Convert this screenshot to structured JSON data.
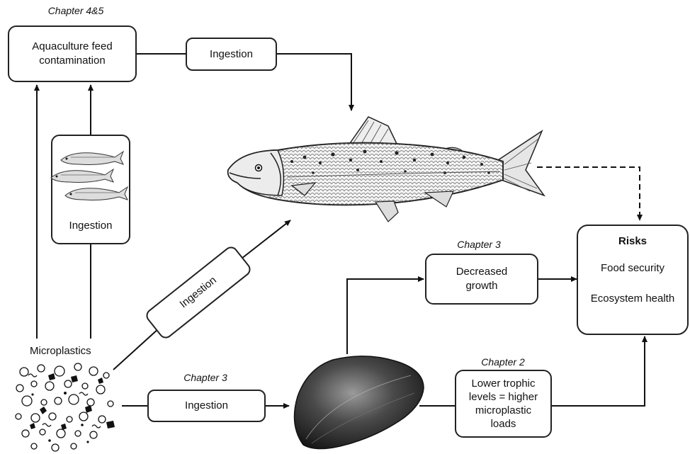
{
  "captions": {
    "chapter_top": "Chapter 4&5",
    "chapter_growth": "Chapter 3",
    "chapter_mussel": "Chapter 3",
    "chapter_trophic": "Chapter 2"
  },
  "boxes": {
    "feed": "Aquaculture feed\ncontamination",
    "ingestion_top": "Ingestion",
    "ingestion_forage": "Ingestion",
    "ingestion_diag": "Ingestion",
    "ingestion_bottom": "Ingestion",
    "growth": "Decreased\ngrowth",
    "trophic": "Lower trophic\nlevels = higher\nmicroplastic\nloads"
  },
  "risks": {
    "title": "Risks",
    "items": [
      "Food security",
      "Ecosystem health"
    ]
  },
  "microplastics_label": "Microplastics"
}
